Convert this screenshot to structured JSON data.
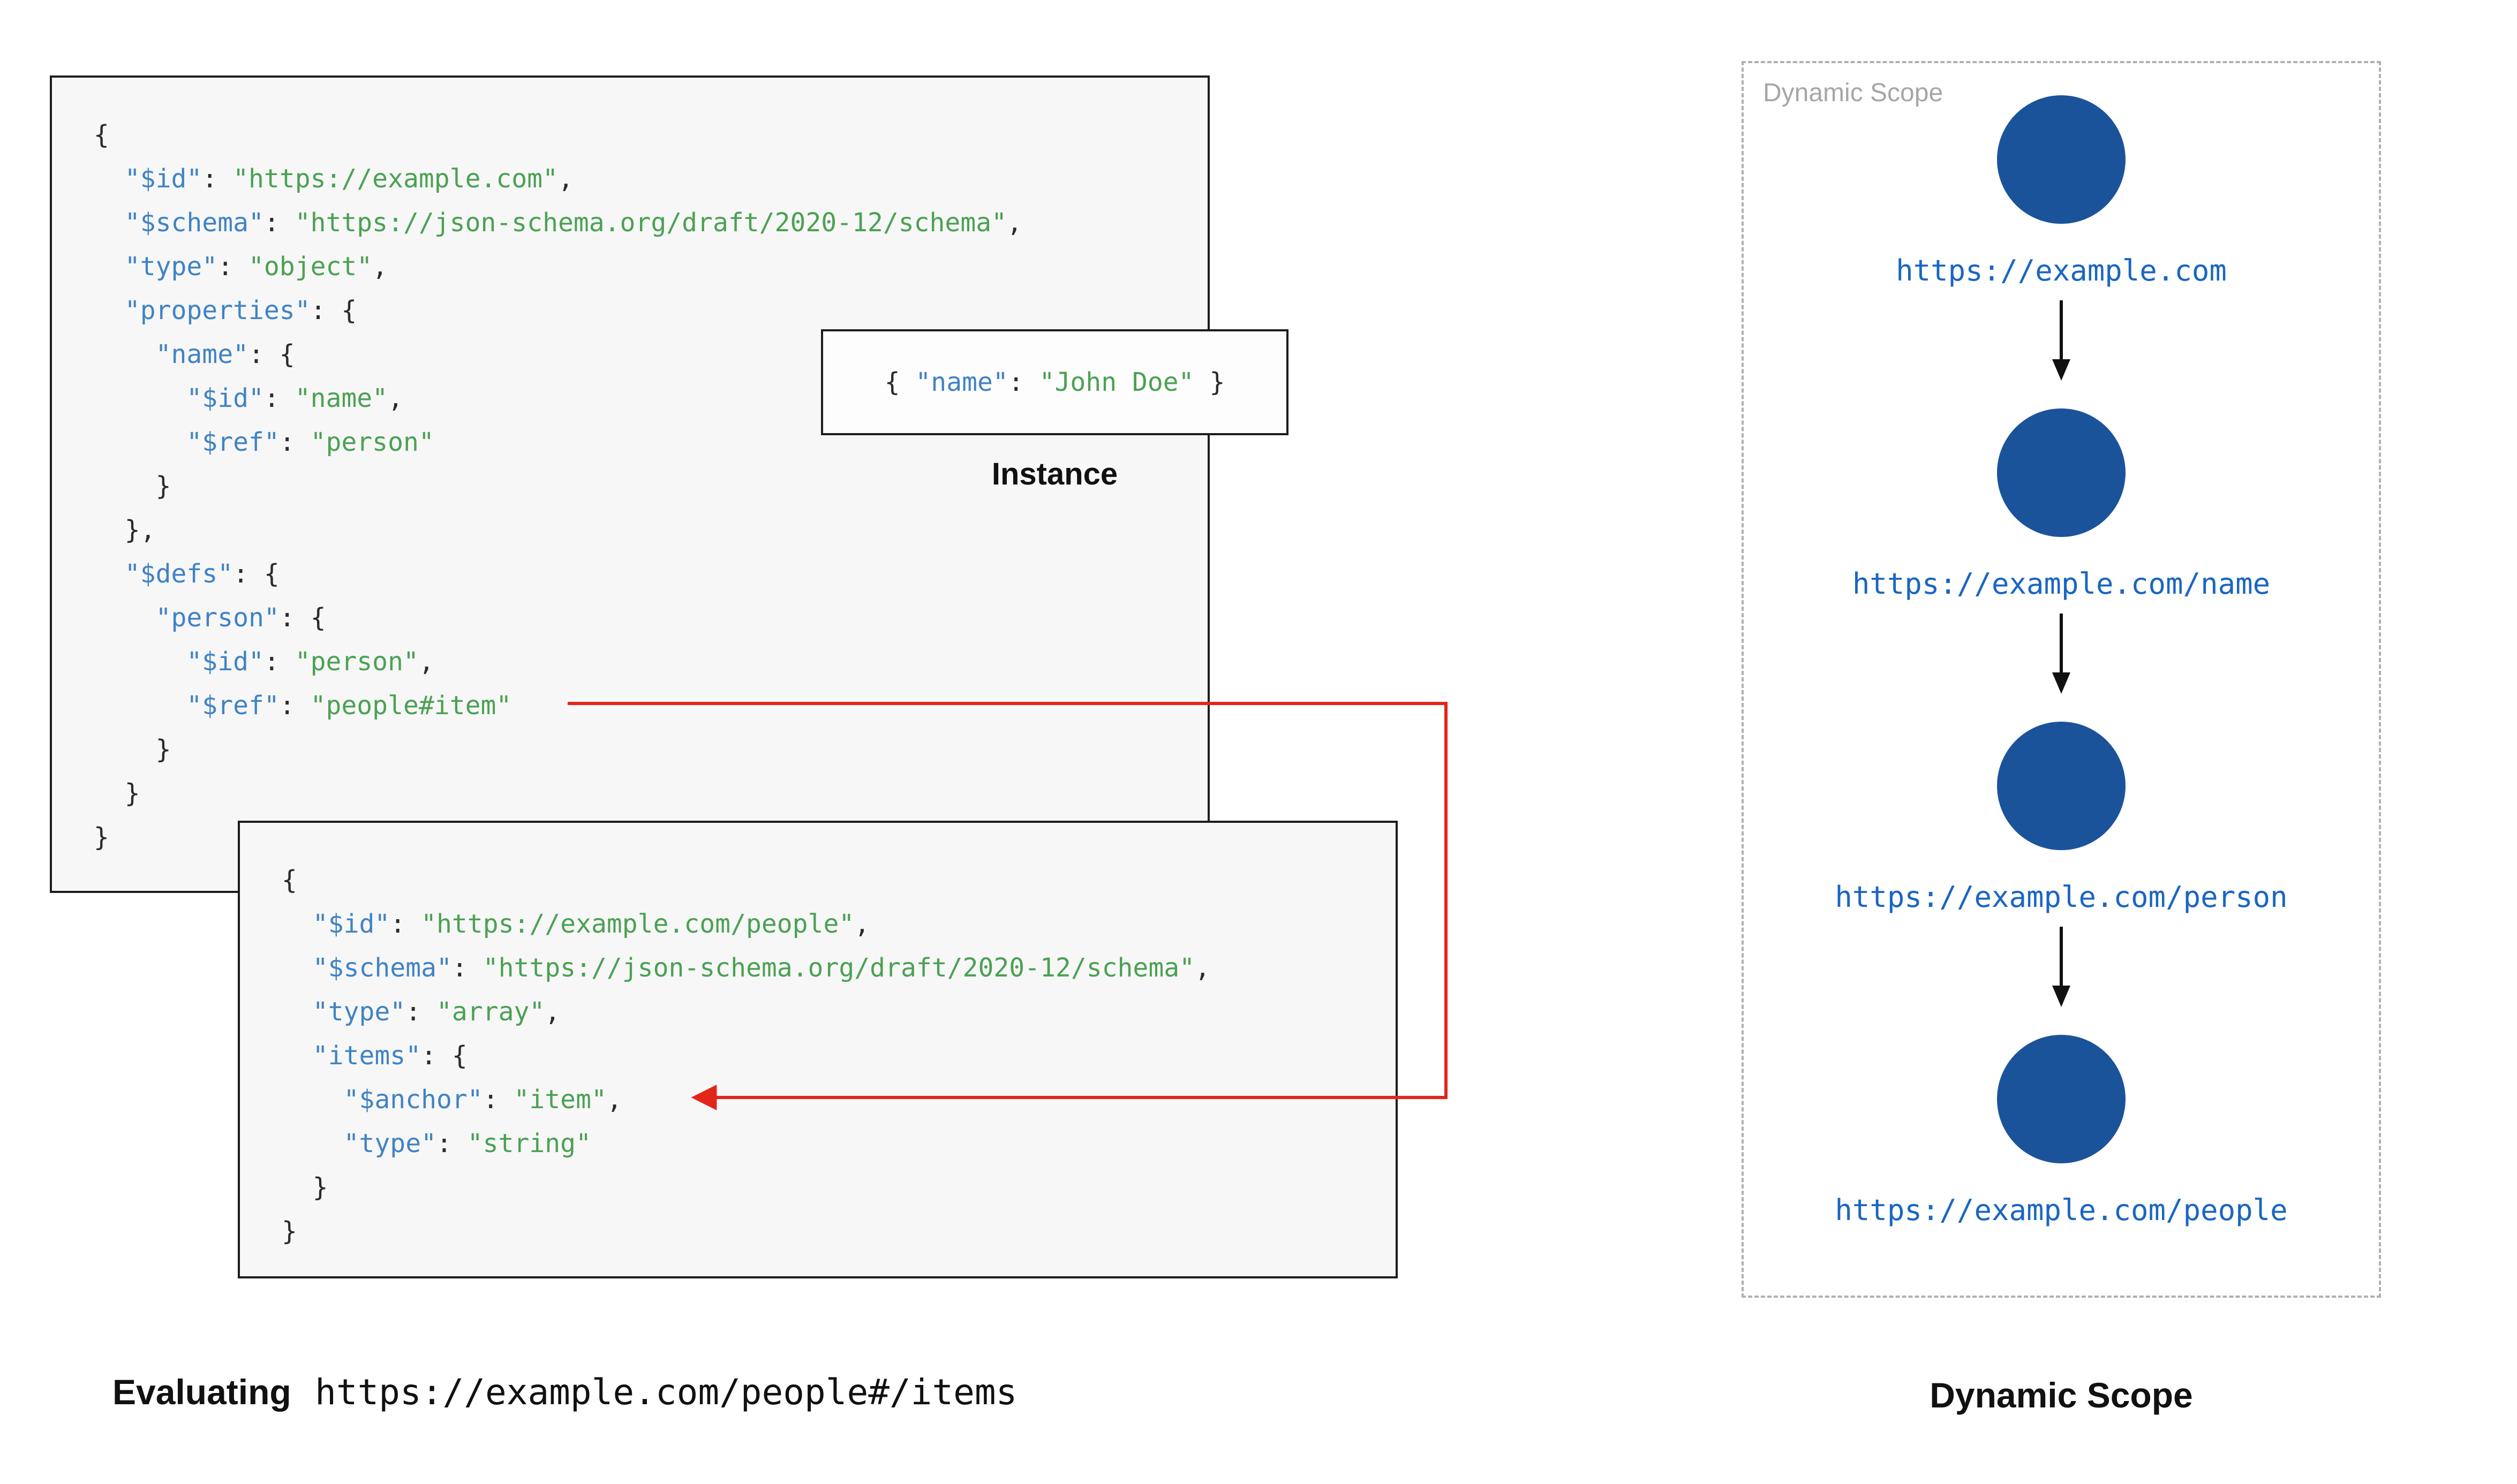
{
  "schema_main": {
    "lines": [
      [
        {
          "t": "{",
          "c": "p"
        }
      ],
      [
        {
          "t": "  ",
          "c": "p"
        },
        {
          "t": "\"$id\"",
          "c": "k"
        },
        {
          "t": ": ",
          "c": "p"
        },
        {
          "t": "\"https://example.com\"",
          "c": "v"
        },
        {
          "t": ",",
          "c": "p"
        }
      ],
      [
        {
          "t": "  ",
          "c": "p"
        },
        {
          "t": "\"$schema\"",
          "c": "k"
        },
        {
          "t": ": ",
          "c": "p"
        },
        {
          "t": "\"https://json-schema.org/draft/2020-12/schema\"",
          "c": "v"
        },
        {
          "t": ",",
          "c": "p"
        }
      ],
      [
        {
          "t": "  ",
          "c": "p"
        },
        {
          "t": "\"type\"",
          "c": "k"
        },
        {
          "t": ": ",
          "c": "p"
        },
        {
          "t": "\"object\"",
          "c": "v"
        },
        {
          "t": ",",
          "c": "p"
        }
      ],
      [
        {
          "t": "  ",
          "c": "p"
        },
        {
          "t": "\"properties\"",
          "c": "k"
        },
        {
          "t": ": {",
          "c": "p"
        }
      ],
      [
        {
          "t": "    ",
          "c": "p"
        },
        {
          "t": "\"name\"",
          "c": "k"
        },
        {
          "t": ": {",
          "c": "p"
        }
      ],
      [
        {
          "t": "      ",
          "c": "p"
        },
        {
          "t": "\"$id\"",
          "c": "k"
        },
        {
          "t": ": ",
          "c": "p"
        },
        {
          "t": "\"name\"",
          "c": "v"
        },
        {
          "t": ",",
          "c": "p"
        }
      ],
      [
        {
          "t": "      ",
          "c": "p"
        },
        {
          "t": "\"$ref\"",
          "c": "k"
        },
        {
          "t": ": ",
          "c": "p"
        },
        {
          "t": "\"person\"",
          "c": "v"
        }
      ],
      [
        {
          "t": "    }",
          "c": "p"
        }
      ],
      [
        {
          "t": "  },",
          "c": "p"
        }
      ],
      [
        {
          "t": "  ",
          "c": "p"
        },
        {
          "t": "\"$defs\"",
          "c": "k"
        },
        {
          "t": ": {",
          "c": "p"
        }
      ],
      [
        {
          "t": "    ",
          "c": "p"
        },
        {
          "t": "\"person\"",
          "c": "k"
        },
        {
          "t": ": {",
          "c": "p"
        }
      ],
      [
        {
          "t": "      ",
          "c": "p"
        },
        {
          "t": "\"$id\"",
          "c": "k"
        },
        {
          "t": ": ",
          "c": "p"
        },
        {
          "t": "\"person\"",
          "c": "v"
        },
        {
          "t": ",",
          "c": "p"
        }
      ],
      [
        {
          "t": "      ",
          "c": "p"
        },
        {
          "t": "\"$ref\"",
          "c": "k"
        },
        {
          "t": ": ",
          "c": "p"
        },
        {
          "t": "\"people#item\"",
          "c": "v"
        }
      ],
      [
        {
          "t": "    }",
          "c": "p"
        }
      ],
      [
        {
          "t": "  }",
          "c": "p"
        }
      ],
      [
        {
          "t": "}",
          "c": "p"
        }
      ]
    ]
  },
  "instance": {
    "label": "Instance",
    "lines": [
      [
        {
          "t": "{ ",
          "c": "p"
        },
        {
          "t": "\"name\"",
          "c": "k"
        },
        {
          "t": ": ",
          "c": "p"
        },
        {
          "t": "\"John Doe\"",
          "c": "v"
        },
        {
          "t": " }",
          "c": "p"
        }
      ]
    ]
  },
  "schema_people": {
    "lines": [
      [
        {
          "t": "{",
          "c": "p"
        }
      ],
      [
        {
          "t": "  ",
          "c": "p"
        },
        {
          "t": "\"$id\"",
          "c": "k"
        },
        {
          "t": ": ",
          "c": "p"
        },
        {
          "t": "\"https://example.com/people\"",
          "c": "v"
        },
        {
          "t": ",",
          "c": "p"
        }
      ],
      [
        {
          "t": "  ",
          "c": "p"
        },
        {
          "t": "\"$schema\"",
          "c": "k"
        },
        {
          "t": ": ",
          "c": "p"
        },
        {
          "t": "\"https://json-schema.org/draft/2020-12/schema\"",
          "c": "v"
        },
        {
          "t": ",",
          "c": "p"
        }
      ],
      [
        {
          "t": "  ",
          "c": "p"
        },
        {
          "t": "\"type\"",
          "c": "k"
        },
        {
          "t": ": ",
          "c": "p"
        },
        {
          "t": "\"array\"",
          "c": "v"
        },
        {
          "t": ",",
          "c": "p"
        }
      ],
      [
        {
          "t": "  ",
          "c": "p"
        },
        {
          "t": "\"items\"",
          "c": "k"
        },
        {
          "t": ": {",
          "c": "p"
        }
      ],
      [
        {
          "t": "    ",
          "c": "p"
        },
        {
          "t": "\"$anchor\"",
          "c": "k"
        },
        {
          "t": ": ",
          "c": "p"
        },
        {
          "t": "\"item\"",
          "c": "v"
        },
        {
          "t": ",",
          "c": "p"
        }
      ],
      [
        {
          "t": "    ",
          "c": "p"
        },
        {
          "t": "\"type\"",
          "c": "k"
        },
        {
          "t": ": ",
          "c": "p"
        },
        {
          "t": "\"string\"",
          "c": "v"
        }
      ],
      [
        {
          "t": "  }",
          "c": "p"
        }
      ],
      [
        {
          "t": "}",
          "c": "p"
        }
      ]
    ]
  },
  "evaluating": {
    "prefix": "Evaluating",
    "uri": "https://example.com/people#/items"
  },
  "scope": {
    "panel_label": "Dynamic Scope",
    "caption": "Dynamic Scope",
    "items": [
      "https://example.com",
      "https://example.com/name",
      "https://example.com/person",
      "https://example.com/people"
    ]
  },
  "colors": {
    "code_key": "#4183c4",
    "code_value": "#4ba153",
    "code_punct": "#2b2b2b",
    "ref_arrow_red": "#e3261a",
    "scope_node_blue": "#1b539b",
    "scope_label_blue": "#1a66c2",
    "box_background": "#f7f7f7",
    "panel_dash_gray": "#b0b0b0"
  }
}
